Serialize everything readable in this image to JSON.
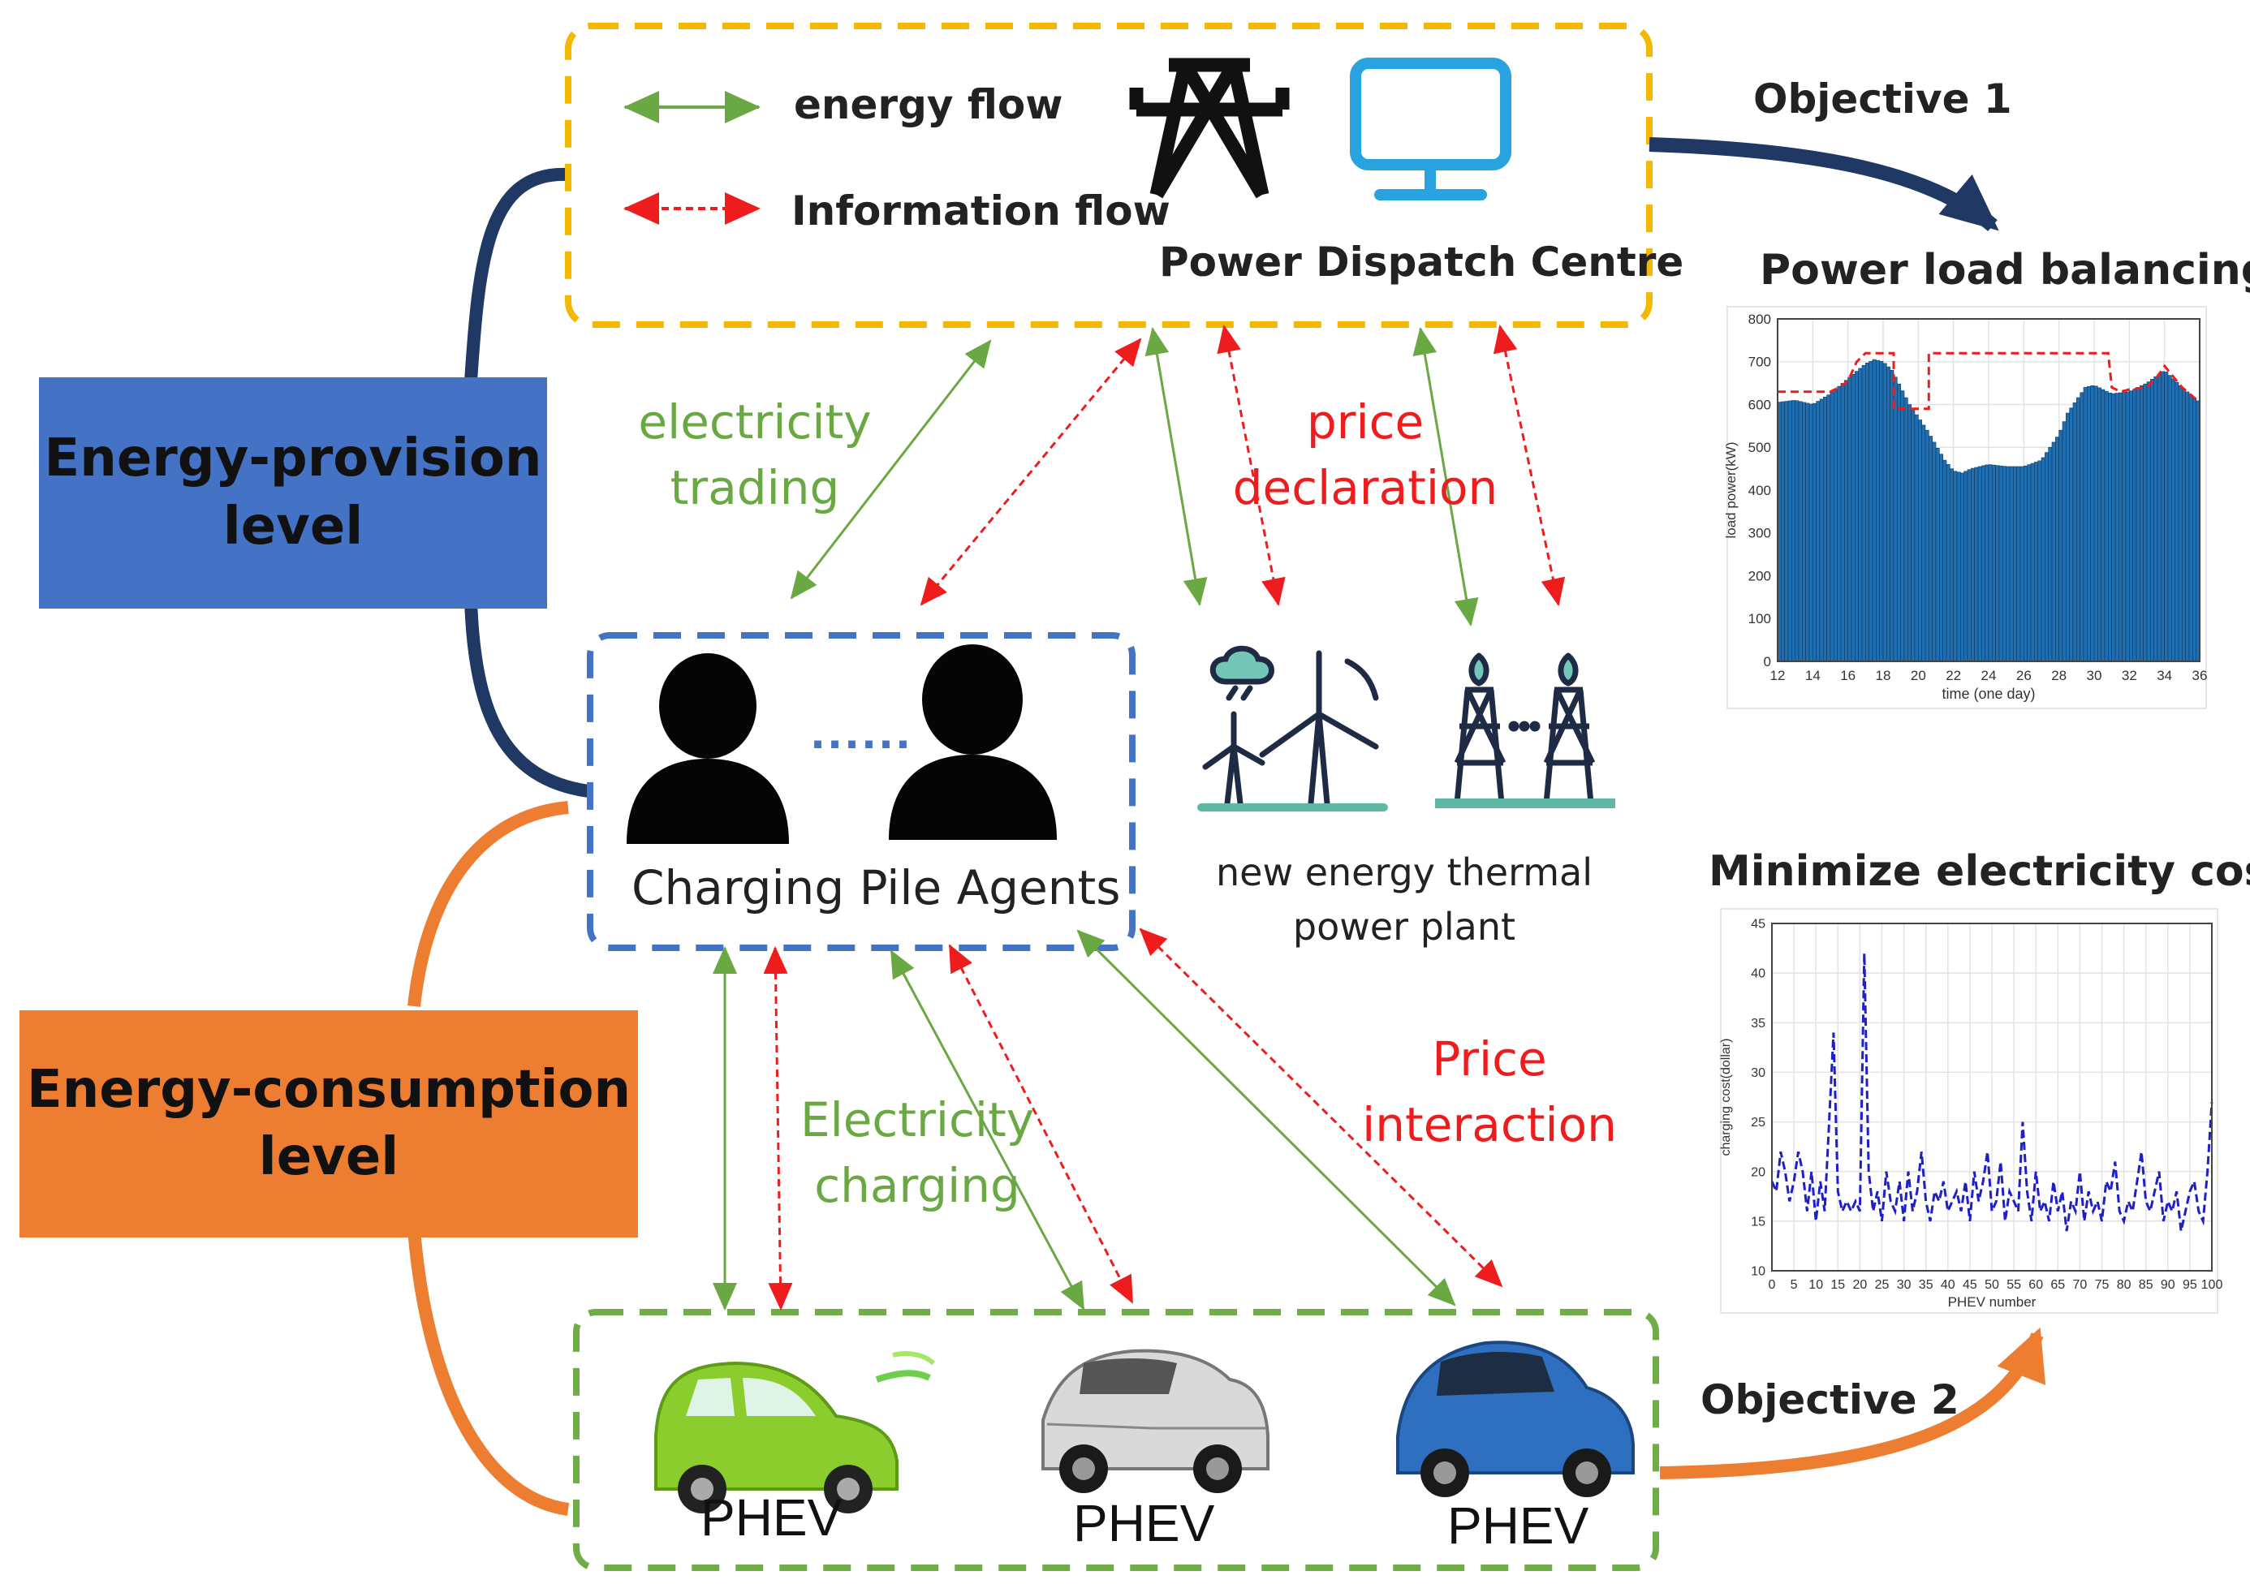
{
  "legend": {
    "energy_flow": "energy flow",
    "information_flow": "Information flow"
  },
  "dispatch": {
    "title": "Power Dispatch Centre",
    "icons": [
      "transmission-tower-icon",
      "monitor-icon"
    ]
  },
  "levels": {
    "provision_line1": "Energy-provision",
    "provision_line2": "level",
    "consumption_line1": "Energy-consumption",
    "consumption_line2": "level"
  },
  "flows": {
    "electricity_trading_line1": "electricity",
    "electricity_trading_line2": "trading",
    "price_declaration_line1": "price",
    "price_declaration_line2": "declaration",
    "electricity_charging_line1": "Electricity",
    "electricity_charging_line2": "charging",
    "price_interaction_line1": "Price",
    "price_interaction_line2": "interaction"
  },
  "agents": {
    "title": "Charging Pile Agents",
    "ellipsis": "......"
  },
  "plants": {
    "line1": "new energy thermal",
    "line2": "power plant"
  },
  "vehicles": [
    "PHEV",
    "PHEV",
    "PHEV"
  ],
  "objectives": {
    "objective1": "Objective 1",
    "objective2": "Objective 2",
    "chart1_title": "Power load balancing",
    "chart2_title": "Minimize electricity costs"
  },
  "colors": {
    "provision": "#4472c4",
    "consumption": "#ed7d31",
    "dispatch_border": "#f5b800",
    "agents_border": "#4472c4",
    "vehicles_border": "#70ad47",
    "energy_arrow": "#6aa843",
    "info_arrow": "#ee1c1c",
    "dark_curve": "#1f3864",
    "bar_fill": "#1f6fb0",
    "cost_line": "#1f1fc8"
  },
  "chart_data": [
    {
      "type": "bar",
      "title": "Power load balancing",
      "xlabel": "time (one day)",
      "ylabel": "load power(kW)",
      "xlim": [
        12,
        36
      ],
      "ylim": [
        0,
        800
      ],
      "xticks": [
        12,
        14,
        16,
        18,
        20,
        22,
        24,
        26,
        28,
        30,
        32,
        34,
        36
      ],
      "yticks": [
        0,
        100,
        200,
        300,
        400,
        500,
        600,
        700,
        800
      ],
      "grid": true,
      "series": [
        {
          "kind": "bar",
          "x": [
            12,
            13,
            14,
            15,
            16,
            17,
            17.5,
            18,
            18.5,
            19,
            19.5,
            20,
            20.5,
            21,
            21.5,
            22,
            22.5,
            23,
            24,
            25,
            26,
            27,
            28,
            28.5,
            29,
            29.5,
            30,
            31,
            32,
            33,
            34,
            35,
            36
          ],
          "y": [
            605,
            610,
            600,
            625,
            660,
            695,
            705,
            700,
            680,
            640,
            600,
            570,
            540,
            505,
            470,
            445,
            440,
            450,
            460,
            455,
            455,
            470,
            530,
            580,
            610,
            640,
            645,
            625,
            630,
            650,
            680,
            640,
            605
          ]
        },
        {
          "kind": "step",
          "x": [
            12,
            15,
            15.5,
            16,
            16.5,
            17,
            17.5,
            18.6,
            18.6,
            20.6,
            20.6,
            30.8,
            31,
            31.5,
            32,
            33,
            33.5,
            34,
            35,
            36
          ],
          "y": [
            630,
            630,
            640,
            655,
            700,
            720,
            720,
            720,
            590,
            590,
            720,
            720,
            640,
            630,
            635,
            640,
            660,
            690,
            640,
            605
          ]
        }
      ]
    },
    {
      "type": "line",
      "title": "Minimize electricity costs",
      "xlabel": "PHEV number",
      "ylabel": "charging cost(dollar)",
      "xlim": [
        0,
        100
      ],
      "ylim": [
        10,
        45
      ],
      "xticks": [
        0,
        5,
        10,
        15,
        20,
        25,
        30,
        35,
        40,
        45,
        50,
        55,
        60,
        65,
        70,
        75,
        80,
        85,
        90,
        95,
        100
      ],
      "yticks": [
        10,
        15,
        20,
        25,
        30,
        35,
        40,
        45
      ],
      "grid": true,
      "x": [
        0,
        1,
        2,
        3,
        4,
        5,
        6,
        7,
        8,
        9,
        10,
        11,
        12,
        13,
        14,
        15,
        16,
        17,
        18,
        19,
        20,
        21,
        22,
        23,
        24,
        25,
        26,
        27,
        28,
        29,
        30,
        31,
        32,
        33,
        34,
        35,
        36,
        37,
        38,
        39,
        40,
        41,
        42,
        43,
        44,
        45,
        46,
        47,
        48,
        49,
        50,
        51,
        52,
        53,
        54,
        55,
        56,
        57,
        58,
        59,
        60,
        61,
        62,
        63,
        64,
        65,
        66,
        67,
        68,
        69,
        70,
        71,
        72,
        73,
        74,
        75,
        76,
        77,
        78,
        79,
        80,
        81,
        82,
        83,
        84,
        85,
        86,
        87,
        88,
        89,
        90,
        91,
        92,
        93,
        94,
        95,
        96,
        97,
        98,
        99,
        100
      ],
      "y": [
        19,
        18,
        22,
        20,
        17,
        19,
        22,
        20,
        16,
        20,
        15,
        19,
        16,
        25,
        34,
        18,
        16,
        17,
        16,
        17,
        16,
        42,
        20,
        16,
        18,
        15,
        20,
        17,
        16,
        19,
        15,
        20,
        16,
        18,
        22,
        17,
        15,
        18,
        17,
        19,
        16,
        17,
        18,
        16,
        19,
        15,
        20,
        17,
        19,
        22,
        16,
        17,
        21,
        15,
        18,
        17,
        16,
        25,
        18,
        15,
        20,
        16,
        17,
        15,
        19,
        16,
        18,
        14,
        17,
        16,
        20,
        15,
        18,
        16,
        17,
        15,
        19,
        18,
        21,
        16,
        15,
        17,
        16,
        19,
        22,
        17,
        16,
        18,
        20,
        15,
        17,
        16,
        18,
        14,
        16,
        18,
        19,
        16,
        15,
        20,
        27
      ]
    }
  ]
}
